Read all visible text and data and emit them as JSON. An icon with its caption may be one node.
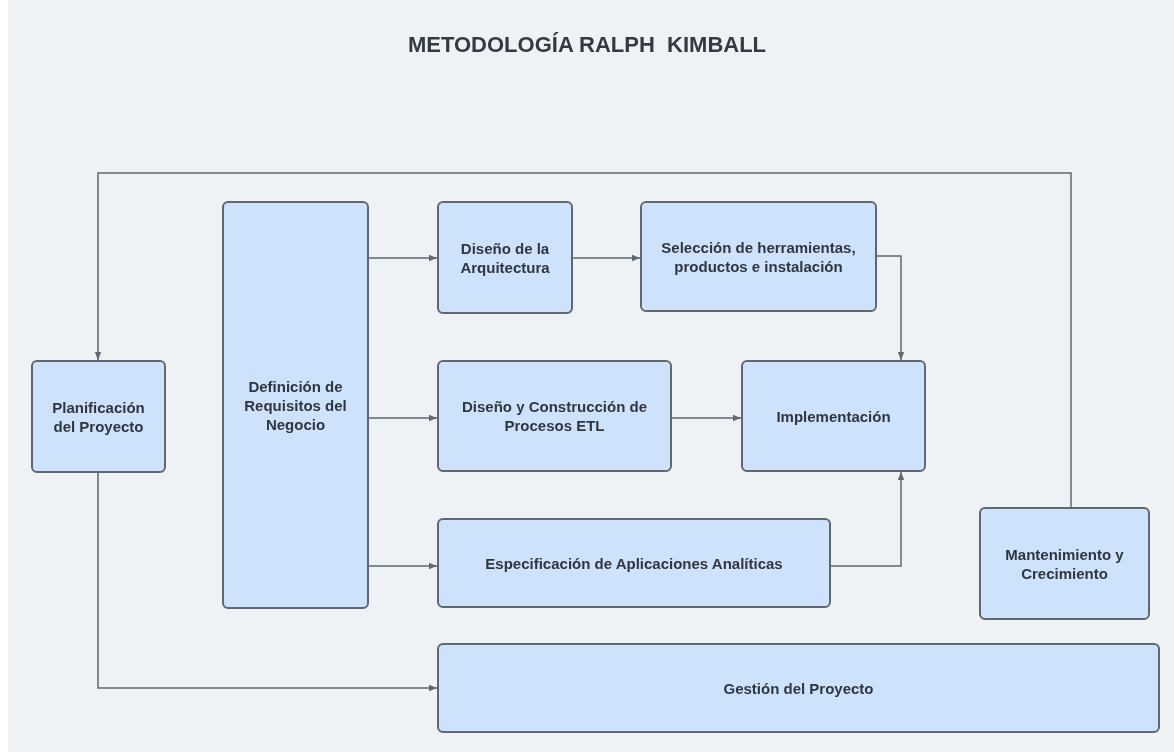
{
  "diagram": {
    "title": "METODOLOGÍA RALPH  KIMBALL",
    "nodes": [
      {
        "text": [
          "Planificación del Proyecto"
        ]
      },
      {
        "text": [
          "Definición de Requisitos del Negocio"
        ]
      },
      {
        "text": [
          "Diseño de la Arquitectura"
        ]
      },
      {
        "text": [
          "Selección de herramientas, productos e instalación"
        ]
      },
      {
        "text": [
          "Diseño y Construcción de Procesos ETL"
        ]
      },
      {
        "text": [
          "Implementación"
        ]
      },
      {
        "text": [
          "Especificación de Aplicaciones Analíticas"
        ]
      },
      {
        "text": [
          "Mantenimiento y Crecimiento"
        ]
      },
      {
        "text": [
          "Gestión del Proyecto"
        ]
      }
    ],
    "edges": [
      {
        "from": 7,
        "to": 0,
        "arrow": "to"
      },
      {
        "from": 1,
        "to": 2,
        "arrow": "to"
      },
      {
        "from": 2,
        "to": 3,
        "arrow": "to"
      },
      {
        "from": 3,
        "to": 5,
        "arrow": "to"
      },
      {
        "from": 1,
        "to": 4,
        "arrow": "to"
      },
      {
        "from": 4,
        "to": 5,
        "arrow": "to"
      },
      {
        "from": 1,
        "to": 6,
        "arrow": "to"
      },
      {
        "from": 6,
        "to": 5,
        "arrow": "to"
      },
      {
        "from": 0,
        "to": 8,
        "arrow": "to"
      }
    ]
  }
}
